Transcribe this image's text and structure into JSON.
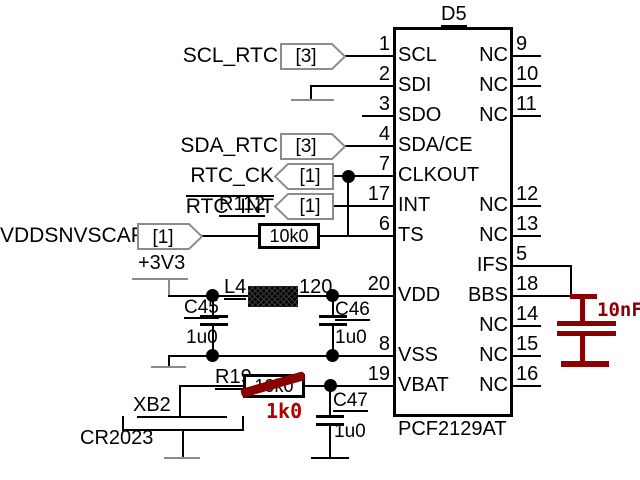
{
  "ic": {
    "refdes": "D5",
    "part": "PCF2129AT",
    "pins_left": [
      {
        "num": "1",
        "name": "SCL"
      },
      {
        "num": "2",
        "name": "SDI"
      },
      {
        "num": "3",
        "name": "SDO"
      },
      {
        "num": "4",
        "name": "SDA/CE"
      },
      {
        "num": "7",
        "name": "CLKOUT"
      },
      {
        "num": "17",
        "name": "INT"
      },
      {
        "num": "6",
        "name": "TS"
      },
      {
        "num": "20",
        "name": "VDD"
      },
      {
        "num": "8",
        "name": "VSS"
      },
      {
        "num": "19",
        "name": "VBAT"
      }
    ],
    "pins_right": [
      {
        "num": "9",
        "name": "NC"
      },
      {
        "num": "10",
        "name": "NC"
      },
      {
        "num": "11",
        "name": "NC"
      },
      {
        "num": "12",
        "name": "NC"
      },
      {
        "num": "13",
        "name": "NC"
      },
      {
        "num": "5",
        "name": "IFS"
      },
      {
        "num": "18",
        "name": "BBS"
      },
      {
        "num": "14",
        "name": "NC"
      },
      {
        "num": "15",
        "name": "NC"
      },
      {
        "num": "16",
        "name": "NC"
      }
    ]
  },
  "nets": {
    "scl": {
      "name": "SCL_RTC",
      "sheet": "[3]"
    },
    "sda": {
      "name": "SDA_RTC",
      "sheet": "[3]"
    },
    "clk": {
      "name": "RTC_CK",
      "sheet": "[1]"
    },
    "int": {
      "name": "RTC_INT",
      "sheet": "[1]"
    },
    "vcap": {
      "name": "VDDSNVSCAP",
      "sheet": "[1]"
    }
  },
  "power": {
    "rail_label": "+3V3"
  },
  "parts": {
    "r112": {
      "ref": "R112",
      "value": "10k0"
    },
    "r19": {
      "ref": "R19",
      "value": "10k0"
    },
    "l4": {
      "ref": "L4",
      "value": "120"
    },
    "c45": {
      "ref": "C45",
      "value": "1u0"
    },
    "c46": {
      "ref": "C46",
      "value": "1u0"
    },
    "c47": {
      "ref": "C47",
      "value": "1u0"
    },
    "bat": {
      "ref": "XB2",
      "value": "CR2023"
    }
  },
  "markup": {
    "r19_new_value": "1k0",
    "backup_cap_value": "10nF",
    "markup_color": "#8b0000",
    "new_value_color": "#b00000"
  }
}
